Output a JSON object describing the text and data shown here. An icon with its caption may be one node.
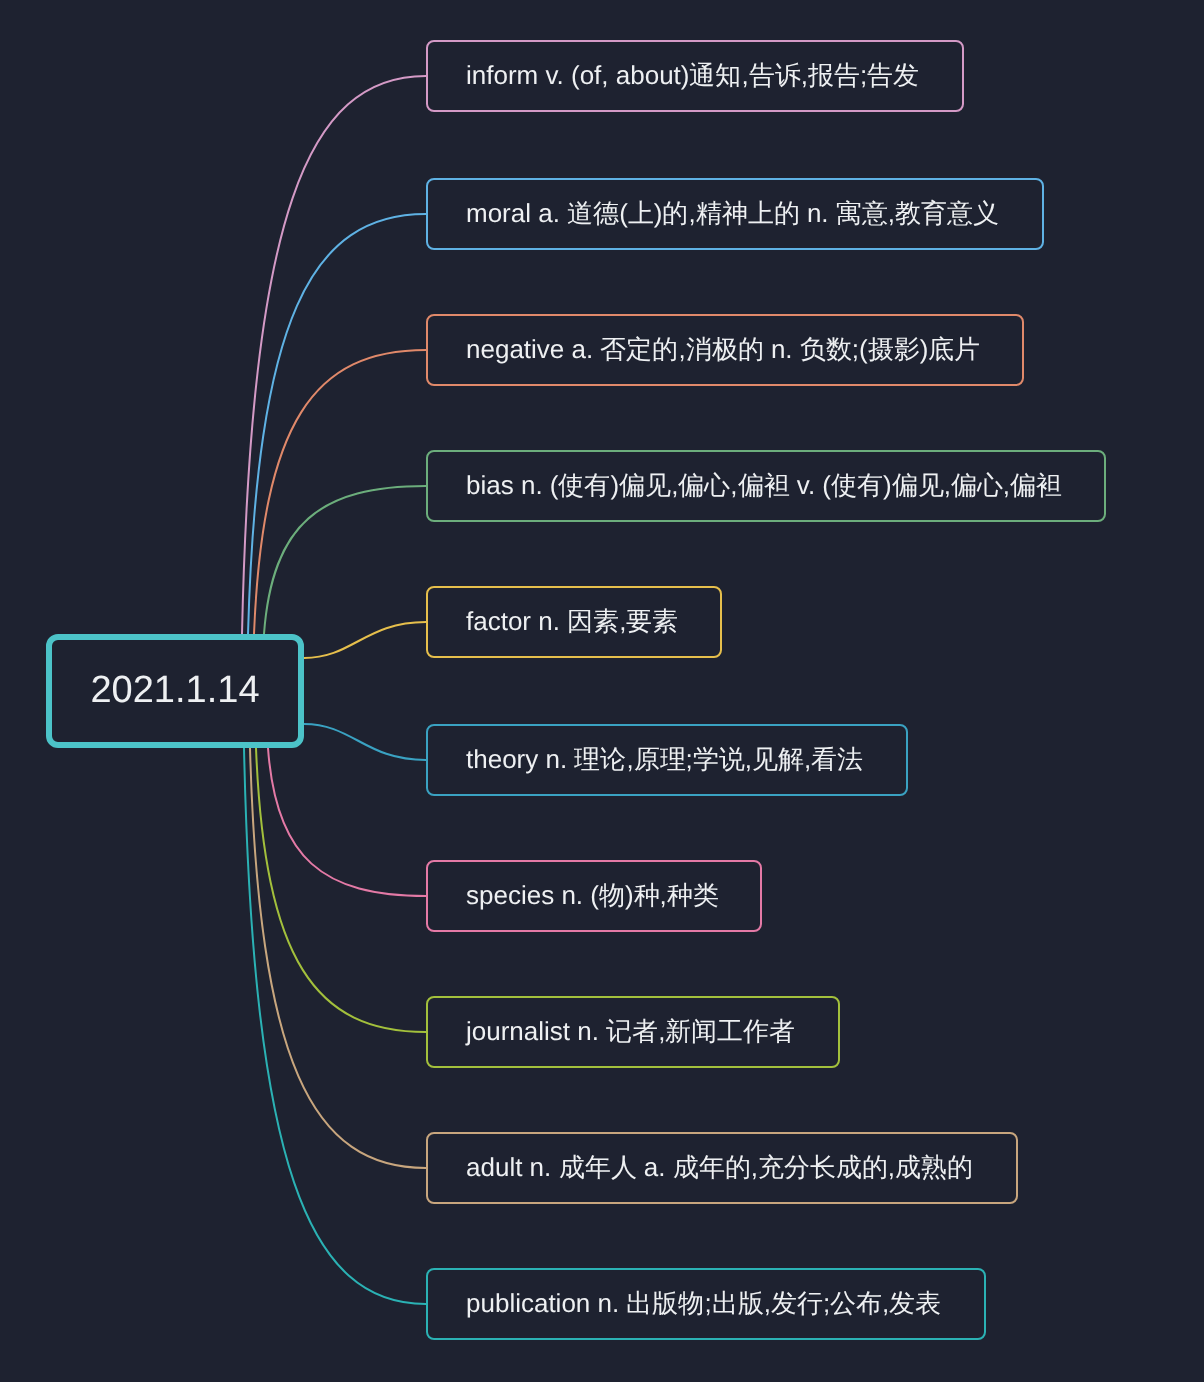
{
  "diagram": {
    "nodes": [
      {
        "text": [
          "2021.1.14"
        ]
      },
      {
        "text": [
          "inform v. (of, about)通知,告诉,报告;告发"
        ]
      },
      {
        "text": [
          "moral a. 道德(上)的,精神上的 n. 寓意,教育意义"
        ]
      },
      {
        "text": [
          "negative a. 否定的,消极的 n. 负数;(摄影)底片"
        ]
      },
      {
        "text": [
          "bias n. (使有)偏见,偏心,偏袒 v. (使有)偏见,偏心,偏袒"
        ]
      },
      {
        "text": [
          "factor n. 因素,要素"
        ]
      },
      {
        "text": [
          "theory n. 理论,原理;学说,见解,看法"
        ]
      },
      {
        "text": [
          "species n. (物)种,种类"
        ]
      },
      {
        "text": [
          "journalist n. 记者,新闻工作者"
        ]
      },
      {
        "text": [
          "adult n. 成年人 a. 成年的,充分长成的,成熟的"
        ]
      },
      {
        "text": [
          "publication n. 出版物;出版,发行;公布,发表"
        ]
      }
    ],
    "edges": [
      {
        "from": 0,
        "to": 1,
        "arrow": "none",
        "color": "#d49ac6"
      },
      {
        "from": 0,
        "to": 2,
        "arrow": "none",
        "color": "#5fb2e4"
      },
      {
        "from": 0,
        "to": 3,
        "arrow": "none",
        "color": "#e0896a"
      },
      {
        "from": 0,
        "to": 4,
        "arrow": "none",
        "color": "#6cae7c"
      },
      {
        "from": 0,
        "to": 5,
        "arrow": "none",
        "color": "#e6bf4c"
      },
      {
        "from": 0,
        "to": 6,
        "arrow": "none",
        "color": "#3aa2c2"
      },
      {
        "from": 0,
        "to": 7,
        "arrow": "none",
        "color": "#e47aa6"
      },
      {
        "from": 0,
        "to": 8,
        "arrow": "none",
        "color": "#a3c03c"
      },
      {
        "from": 0,
        "to": 9,
        "arrow": "none",
        "color": "#c8a67e"
      },
      {
        "from": 0,
        "to": 10,
        "arrow": "none",
        "color": "#2bb2b4"
      }
    ]
  }
}
